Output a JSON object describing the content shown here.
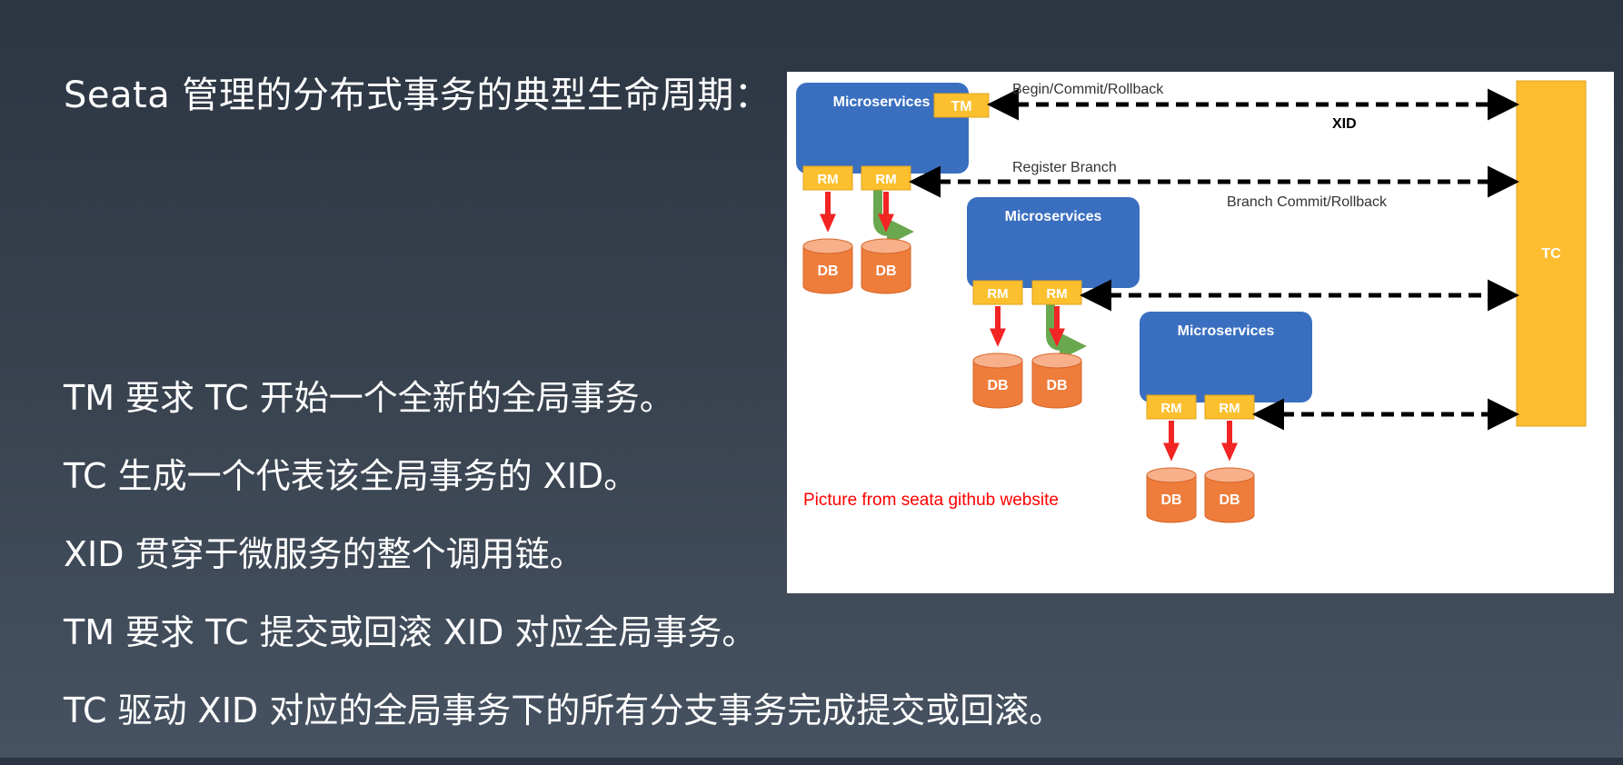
{
  "slide": {
    "title": "Seata 管理的分布式事务的典型生命周期：",
    "bullets": [
      "TM 要求 TC 开始一个全新的全局事务。",
      "TC 生成一个代表该全局事务的 XID。",
      "XID 贯穿于微服务的整个调用链。",
      "TM 要求 TC 提交或回滚 XID 对应全局事务。",
      "TC 驱动 XID 对应的全局事务下的所有分支事务完成提交或回滚。"
    ]
  },
  "diagram": {
    "microservices_label": "Microservices",
    "tm_label": "TM",
    "rm_label": "RM",
    "db_label": "DB",
    "tc_label": "TC",
    "begin_commit_rollback": "Begin/Commit/Rollback",
    "xid_label": "XID",
    "register_branch": "Register Branch",
    "branch_commit_rollback": "Branch Commit/Rollback",
    "caption": "Picture  from seata github website",
    "colors": {
      "service_box": "#3a6fc0",
      "tm_rm_box": "#fcc02f",
      "tc_box": "#fcbd31",
      "db_cylinder": "#ee7d3b",
      "db_top": "#f7b08a",
      "red_arrow": "#f22424",
      "green_arrow": "#6aa84f",
      "caption": "#ff0000"
    }
  }
}
